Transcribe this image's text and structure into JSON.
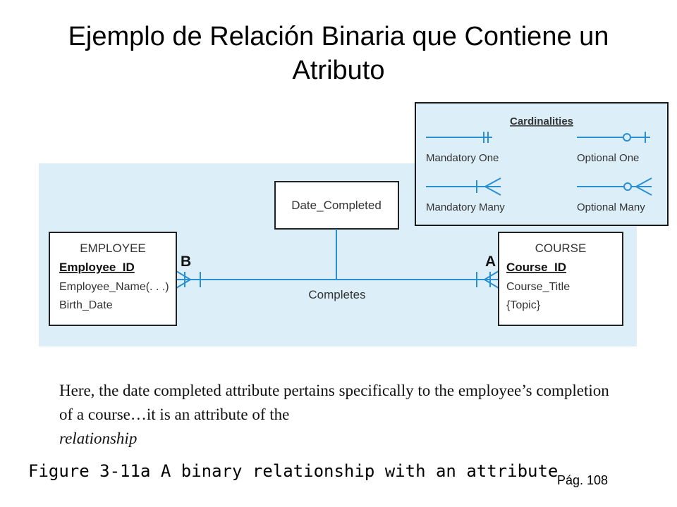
{
  "title": "Ejemplo de Relación Binaria que Contiene un Atributo",
  "diagram": {
    "relationship_attribute": "Date_Completed",
    "relationship_name": "Completes",
    "end_labels": {
      "left": "B",
      "right": "A"
    },
    "employee": {
      "name": "EMPLOYEE",
      "key": "Employee_ID",
      "attributes": [
        "Employee_Name(. . .)",
        "Birth_Date"
      ]
    },
    "course": {
      "name": "COURSE",
      "key": "Course_ID",
      "attributes": [
        "Course_Title",
        "{Topic}"
      ]
    }
  },
  "legend": {
    "title": "Cardinalities",
    "items": [
      "Mandatory One",
      "Optional One",
      "Mandatory Many",
      "Optional Many"
    ]
  },
  "note": {
    "text": "Here, the date completed attribute pertains specifically to the employee’s completion of a course…it is an attribute of the",
    "emphasis": "relationship"
  },
  "caption": "Figure 3-11a A binary relationship with an attribute",
  "page": "Pág. 108"
}
